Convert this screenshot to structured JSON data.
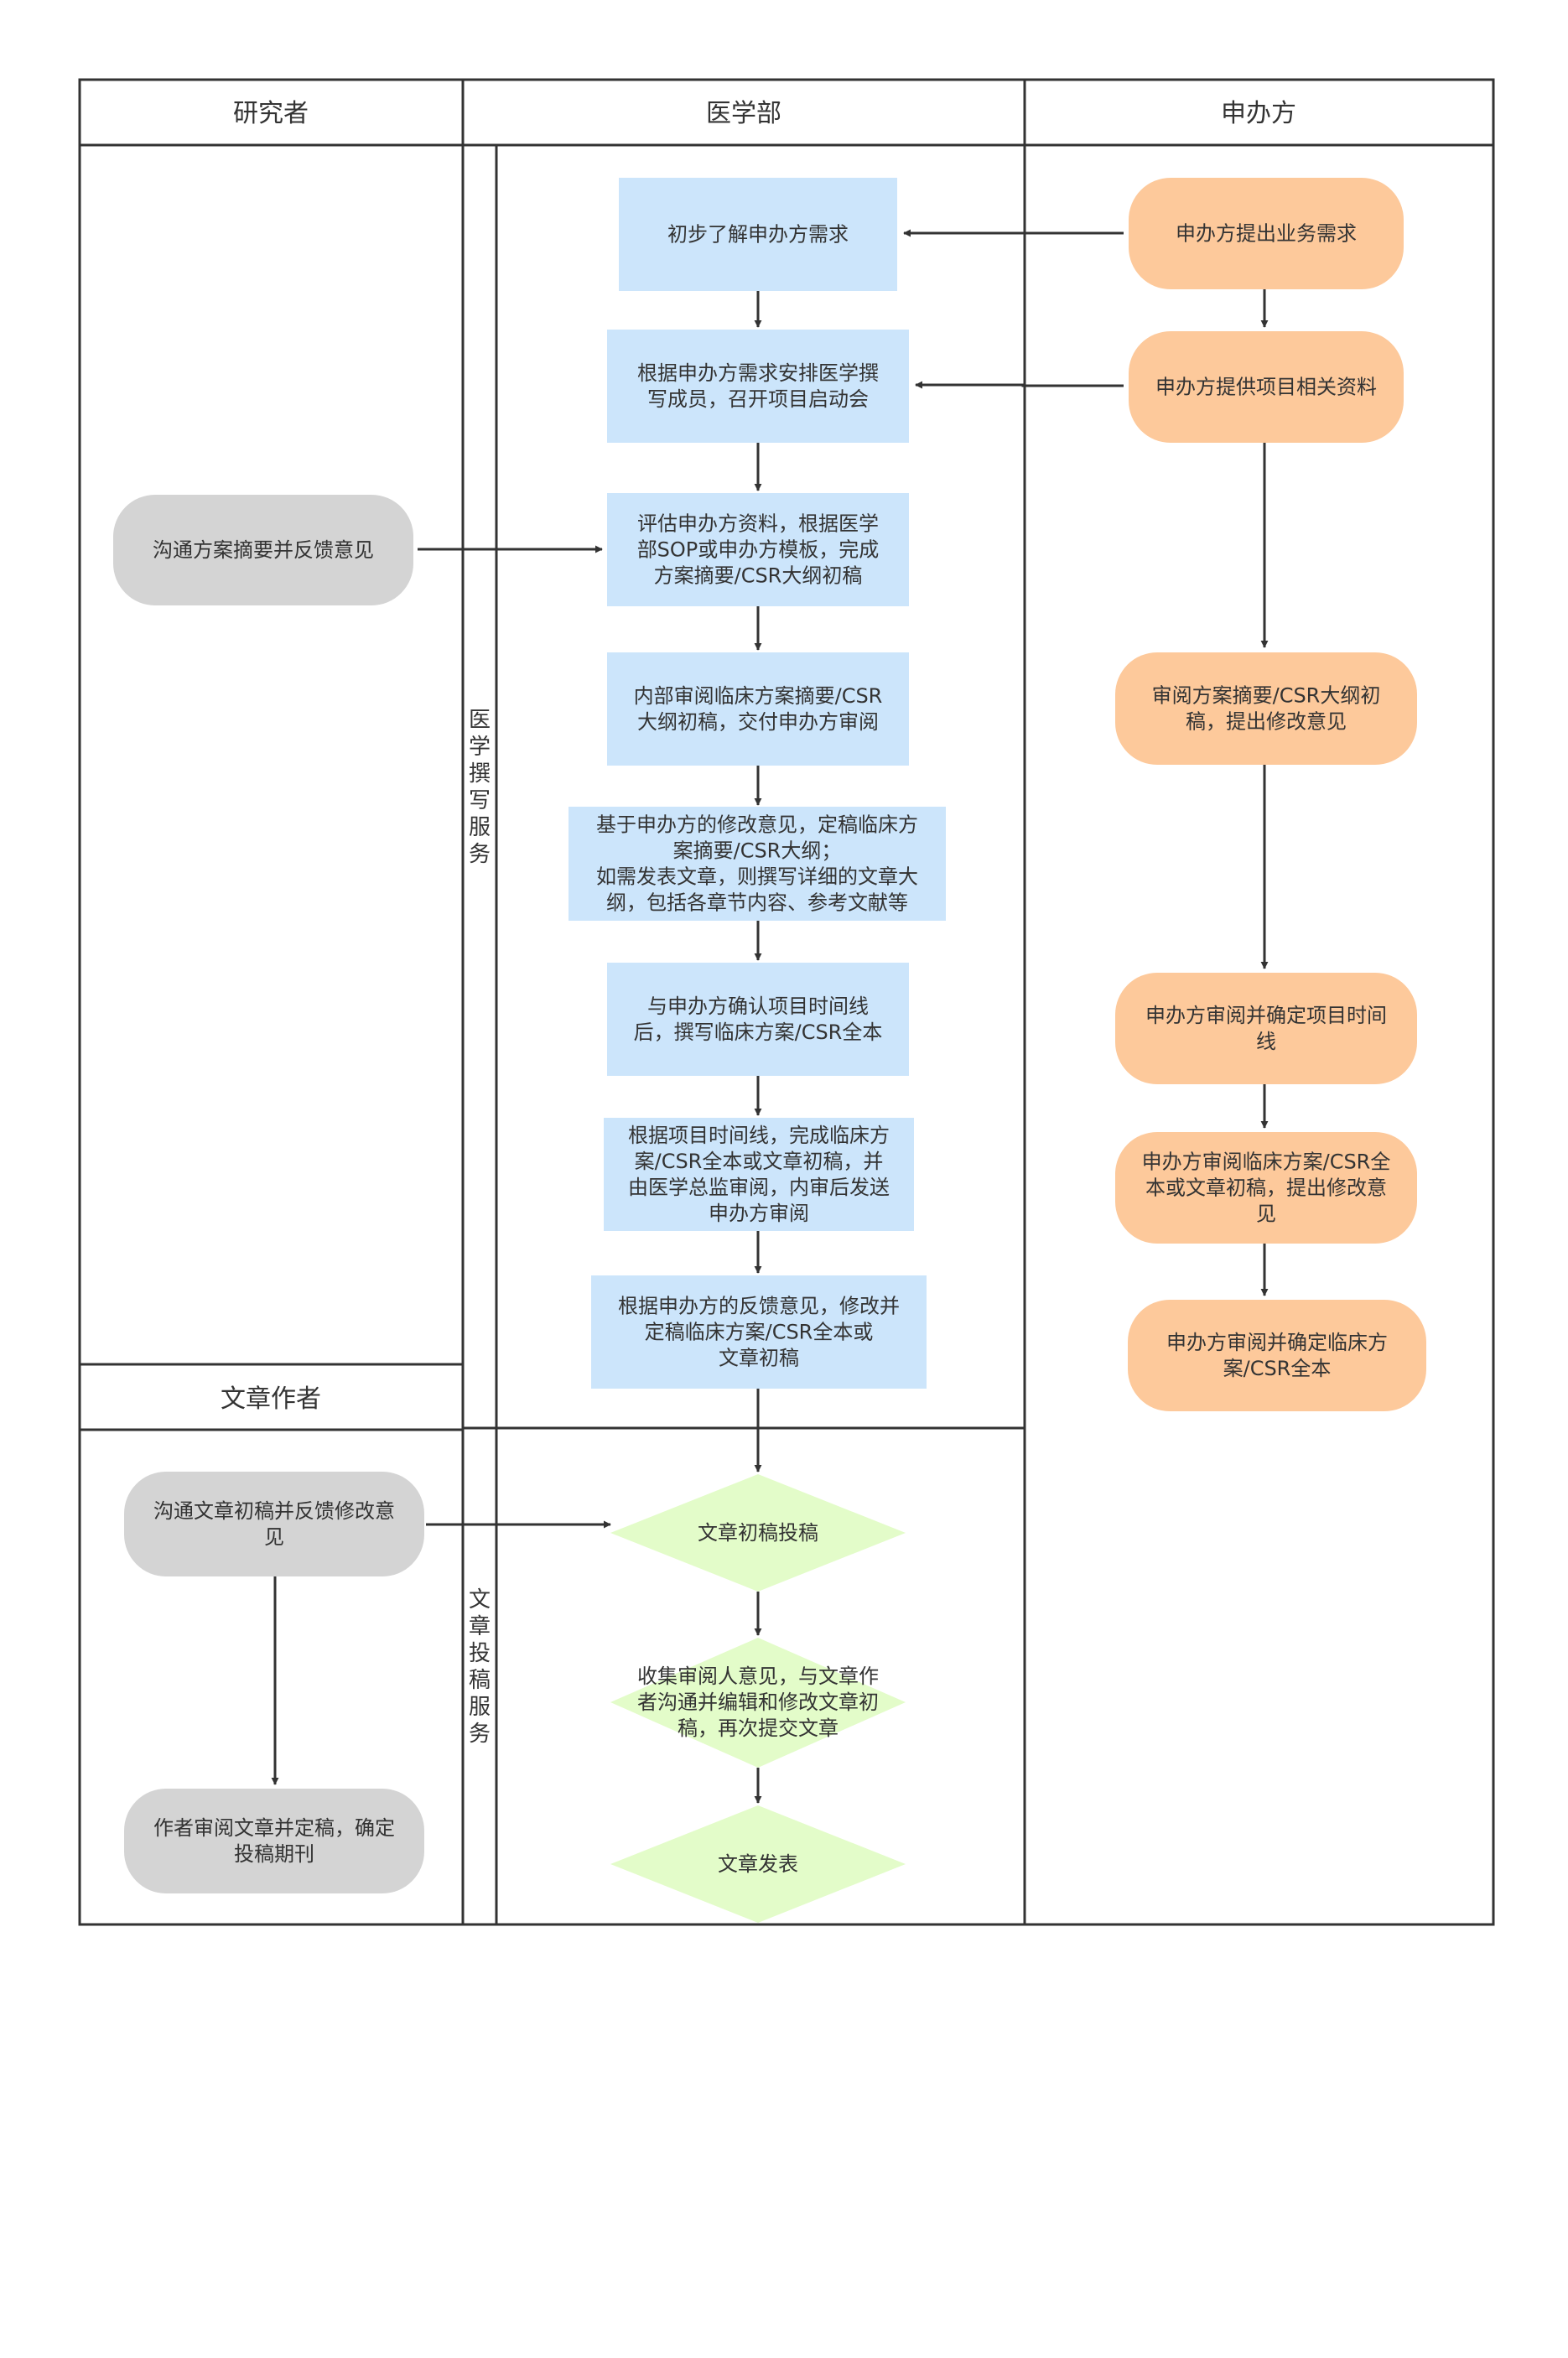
{
  "lanes": {
    "researcher": "研究者",
    "medical": "医学部",
    "sponsor": "申办方",
    "author": "文章作者"
  },
  "sections": {
    "writing": "医学撰写服务",
    "submission": "文章投稿服务"
  },
  "nodes": {
    "m1": [
      "初步了解申办方需求"
    ],
    "m2": [
      "根据申办方需求安排医学撰",
      "写成员，召开项目启动会"
    ],
    "m3": [
      "评估申办方资料，根据医学",
      "部SOP或申办方模板，完成",
      "方案摘要/CSR大纲初稿"
    ],
    "m4": [
      "内部审阅临床方案摘要/CSR",
      "大纲初稿，交付申办方审阅"
    ],
    "m5": [
      "基于申办方的修改意见，定稿临床方",
      "案摘要/CSR大纲；",
      "如需发表文章，则撰写详细的文章大",
      "纲，包括各章节内容、参考文献等"
    ],
    "m6": [
      "与申办方确认项目时间线",
      "后，撰写临床方案/CSR全本"
    ],
    "m7": [
      "根据项目时间线，完成临床方",
      "案/CSR全本或文章初稿，并",
      "由医学总监审阅，内审后发送",
      "申办方审阅"
    ],
    "m8": [
      "根据申办方的反馈意见，修改并",
      "定稿临床方案/CSR全本或",
      "文章初稿"
    ],
    "d1": [
      "文章初稿投稿"
    ],
    "d2": [
      "收集审阅人意见，与文章作",
      "者沟通并编辑和修改文章初",
      "稿，再次提交文章"
    ],
    "d3": [
      "文章发表"
    ],
    "s1": [
      "申办方提出业务需求"
    ],
    "s2": [
      "申办方提供项目相关资料"
    ],
    "s3": [
      "审阅方案摘要/CSR大纲初",
      "稿，提出修改意见"
    ],
    "s4": [
      "申办方审阅并确定项目时间",
      "线"
    ],
    "s5": [
      "申办方审阅临床方案/CSR全",
      "本或文章初稿，提出修改意",
      "见"
    ],
    "s6": [
      "申办方审阅并确定临床方",
      "案/CSR全本"
    ],
    "r1": [
      "沟通方案摘要并反馈意见"
    ],
    "a1": [
      "沟通文章初稿并反馈修改意",
      "见"
    ],
    "a2": [
      "作者审阅文章并定稿，确定",
      "投稿期刊"
    ]
  },
  "colors": {
    "medical_box": "#cce5fb",
    "sponsor_box": "#fdc99b",
    "gray_box": "#d4d4d4",
    "diamond": "#e3fcc9",
    "line": "#333333"
  }
}
